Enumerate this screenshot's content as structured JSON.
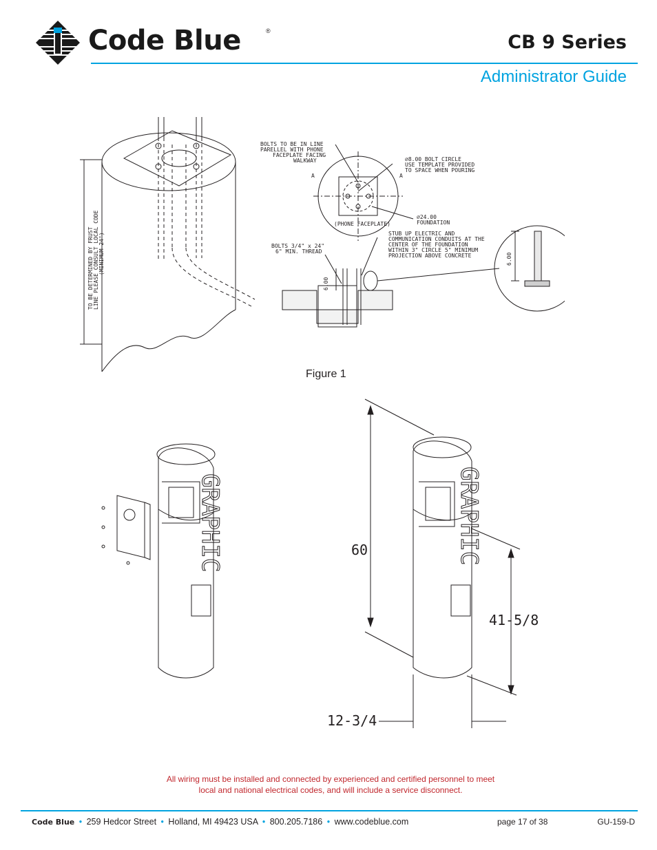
{
  "header": {
    "brand": "Code Blue",
    "brand_mark": "®",
    "title": "CB 9 Series",
    "subtitle": "Administrator Guide",
    "accent_color": "#00a3e0"
  },
  "figure1": {
    "caption": "Figure 1",
    "callouts": {
      "bolts_in_line": [
        "BOLTS TO BE IN LINE",
        "PARELLEL WITH PHONE",
        "FACEPLATE FACING",
        "WALKWAY"
      ],
      "bolt_circle": [
        "⌀8.00 BOLT CIRCLE",
        "USE TEMPLATE PROVIDED",
        "TO SPACE WHEN POURING"
      ],
      "foundation": [
        "⌀24.00",
        "FOUNDATION"
      ],
      "phone_faceplate": "(PHONE FACEPLATE)",
      "section_mark": "A",
      "bolts_size": [
        "BOLTS 3/4\" x 24\"",
        "6\" MIN. THREAD"
      ],
      "stub_up": [
        "STUB UP ELECTRIC AND",
        "COMMUNICATION CONDUITS AT THE",
        "CENTER OF THE FOUNDATION",
        "WITHIN 3\" CIRCLE 5\" MINIMUM",
        "PROJECTION ABOVE CONCRETE"
      ],
      "dim_600": "6.00",
      "depth_note": [
        "TO BE DETERMINED BY FRUST",
        "LINE PLEASE CONSULT LOCAL CODE",
        "(MINIMUM 24\")"
      ]
    }
  },
  "figure2": {
    "graphic_label": "GRAPHIC",
    "dim_height": "60",
    "dim_lower": "41-5/8",
    "dim_width": "12-3/4"
  },
  "notice": {
    "line1": "All wiring must be installed and connected by experienced and certified personnel to meet",
    "line2": "local and national electrical codes, and will include a service disconnect.",
    "color": "#c1272d"
  },
  "footer": {
    "brand": "Code Blue",
    "address": "259 Hedcor Street",
    "city": "Holland, MI 49423 USA",
    "phone": "800.205.7186",
    "website": "www.codeblue.com",
    "page": "page 17 of  38",
    "doc_code": "GU-159-D",
    "separator": "•"
  }
}
